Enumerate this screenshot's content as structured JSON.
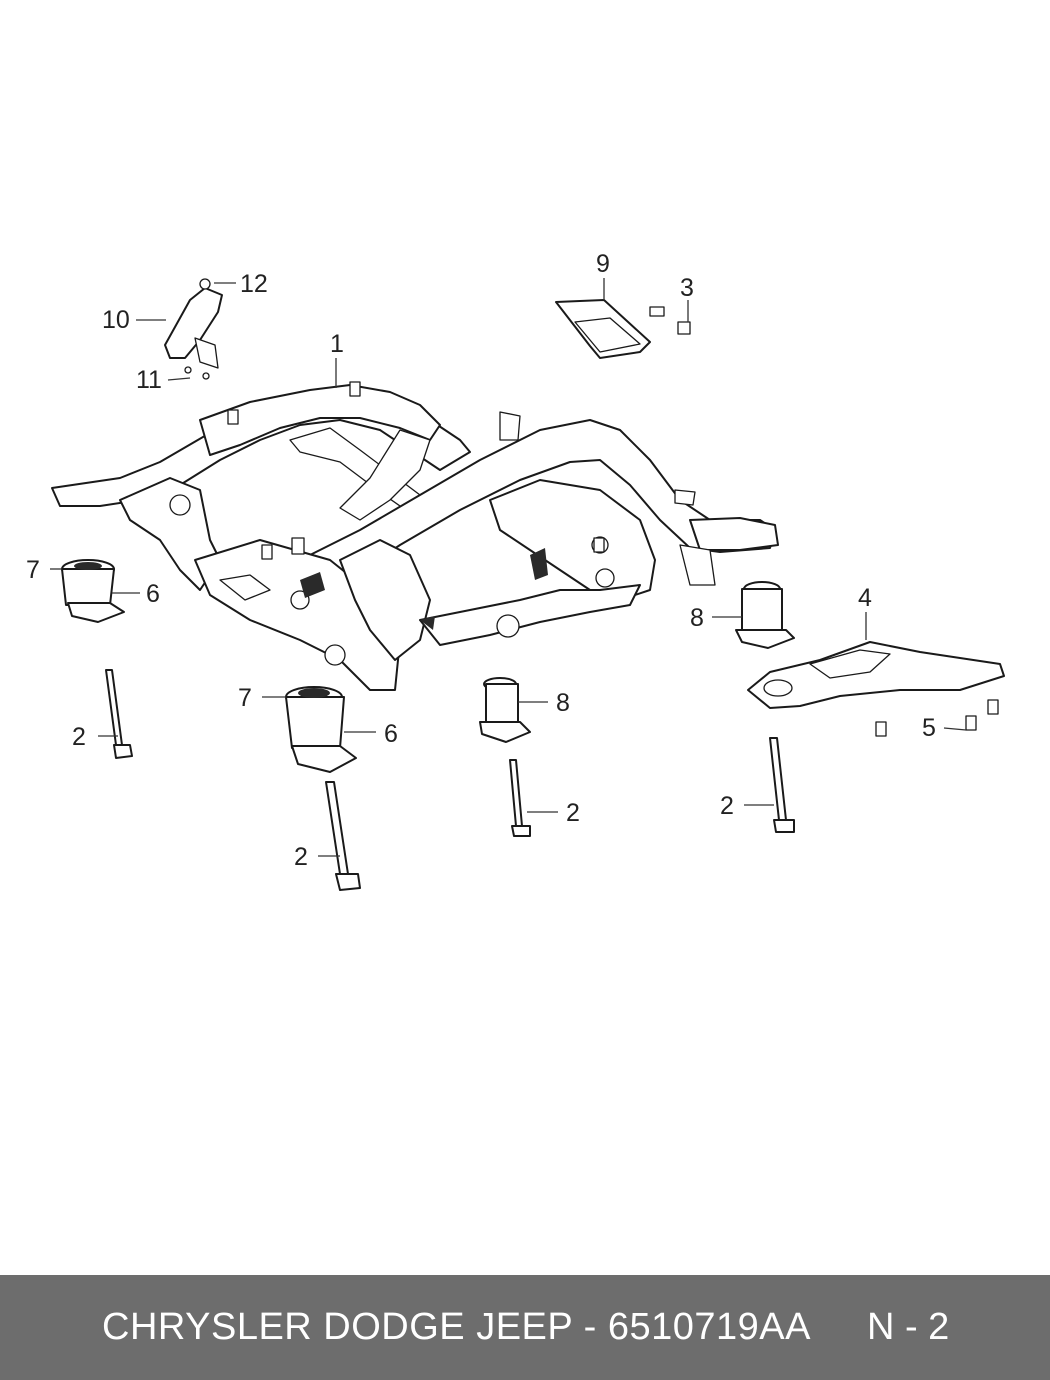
{
  "diagram": {
    "callouts": {
      "c1": "1",
      "c2a": "2",
      "c2b": "2",
      "c2c": "2",
      "c2d": "2",
      "c3": "3",
      "c4": "4",
      "c5": "5",
      "c6a": "6",
      "c6b": "6",
      "c7a": "7",
      "c7b": "7",
      "c8a": "8",
      "c8b": "8",
      "c9": "9",
      "c10": "10",
      "c11": "11",
      "c12": "12"
    }
  },
  "footer": {
    "brand_part": "CHRYSLER DODGE JEEP - 6510719AA",
    "code": "N - 2",
    "background": "#6d6d6d"
  }
}
